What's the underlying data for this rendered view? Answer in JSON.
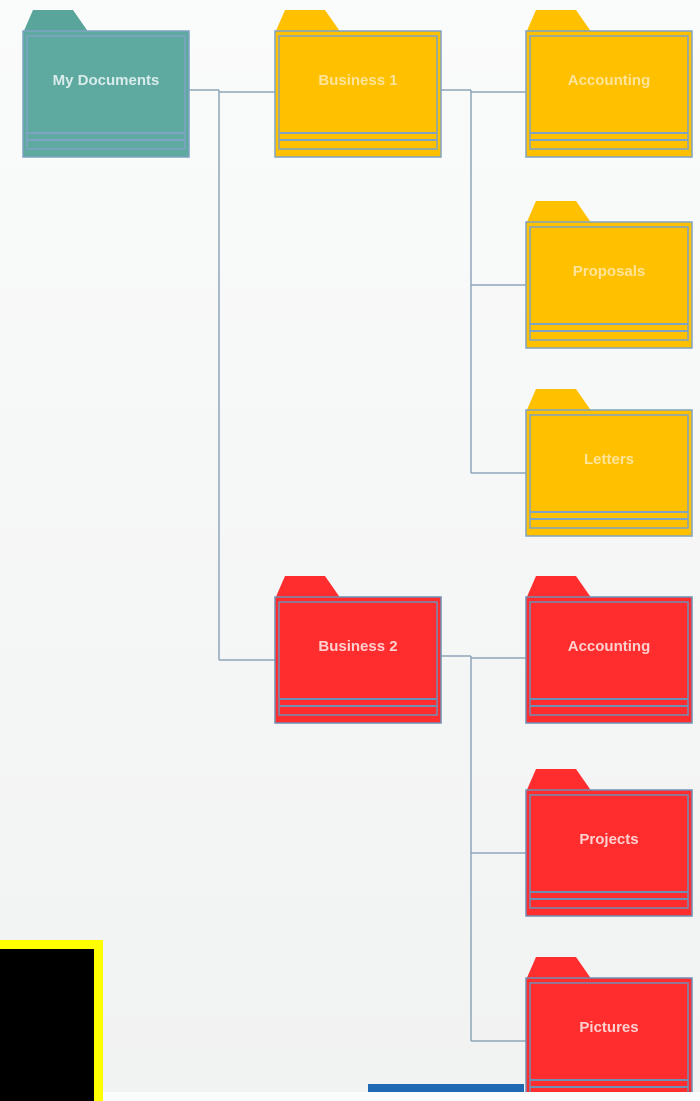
{
  "colors": {
    "teal": "#5eaaa0",
    "yellow": "#ffc000",
    "red": "#ff2d2d",
    "connector": "#8fa6b8",
    "outline": "#7fa3c2"
  },
  "folders": [
    {
      "id": "my-documents",
      "label": "My Documents",
      "color": "teal"
    },
    {
      "id": "business-1",
      "label": "Business 1",
      "color": "yellow"
    },
    {
      "id": "b1-accounting",
      "label": "Accounting",
      "color": "yellow"
    },
    {
      "id": "b1-proposals",
      "label": "Proposals",
      "color": "yellow"
    },
    {
      "id": "b1-letters",
      "label": "Letters",
      "color": "yellow"
    },
    {
      "id": "business-2",
      "label": "Business 2",
      "color": "red"
    },
    {
      "id": "b2-accounting",
      "label": "Accounting",
      "color": "red"
    },
    {
      "id": "b2-projects",
      "label": "Projects",
      "color": "red"
    },
    {
      "id": "b2-pictures",
      "label": "Pictures",
      "color": "red"
    }
  ],
  "edges": [
    [
      "my-documents",
      "business-1"
    ],
    [
      "my-documents",
      "business-2"
    ],
    [
      "business-1",
      "b1-accounting"
    ],
    [
      "business-1",
      "b1-proposals"
    ],
    [
      "business-1",
      "b1-letters"
    ],
    [
      "business-2",
      "b2-accounting"
    ],
    [
      "business-2",
      "b2-projects"
    ],
    [
      "business-2",
      "b2-pictures"
    ]
  ]
}
